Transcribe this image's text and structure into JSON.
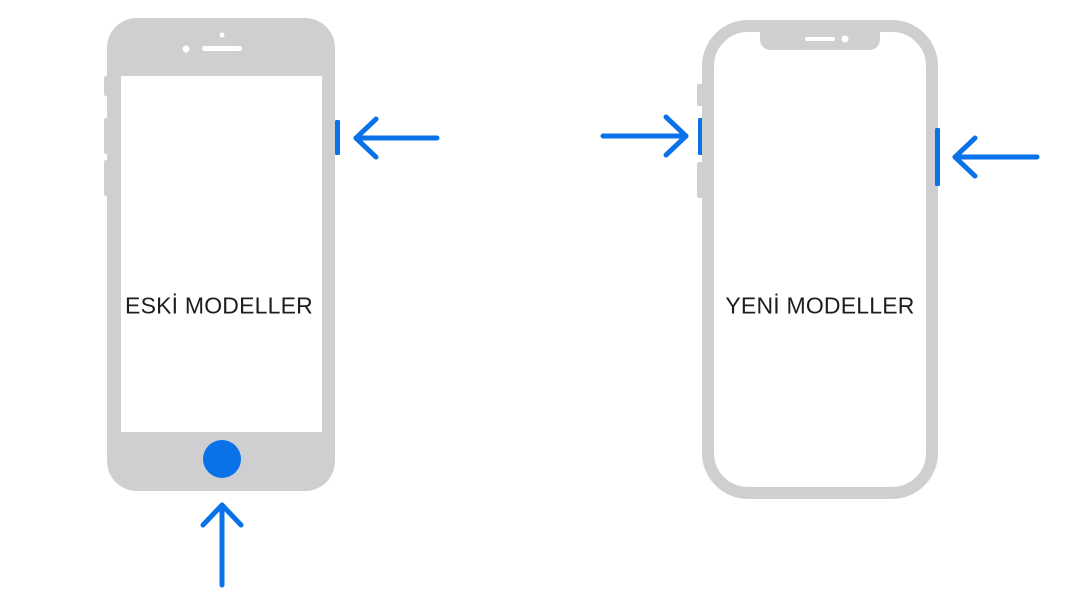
{
  "devices": {
    "old": {
      "label": "ESKİ MODELLER"
    },
    "new": {
      "label": "YENİ MODELLER"
    }
  },
  "colors": {
    "device_frame": "#cfcfd1",
    "screen": "#ffffff",
    "accent": "#0a72e8",
    "text": "#1d1d1f"
  },
  "icons": {
    "pointer": "arrow-icon",
    "button_highlight": "highlighted-button"
  }
}
